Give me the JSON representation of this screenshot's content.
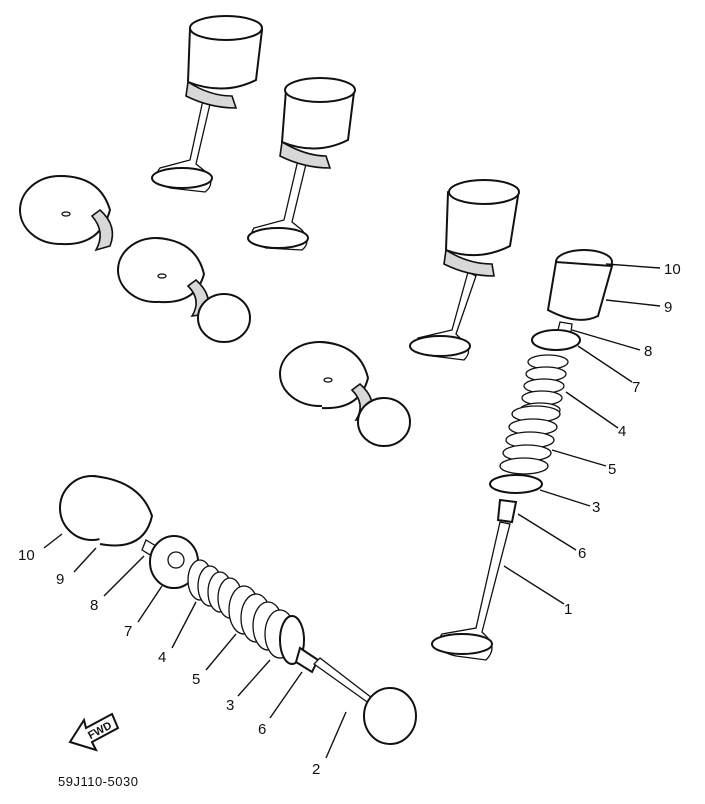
{
  "labels": {
    "right": [
      "10",
      "9",
      "8",
      "7",
      "4",
      "5",
      "3",
      "6",
      "1"
    ],
    "left": [
      "10",
      "9",
      "8",
      "7",
      "4",
      "5",
      "3",
      "6",
      "2"
    ]
  },
  "fwd_arrow_text": "FWD",
  "diagram_code": "59J110-5030"
}
